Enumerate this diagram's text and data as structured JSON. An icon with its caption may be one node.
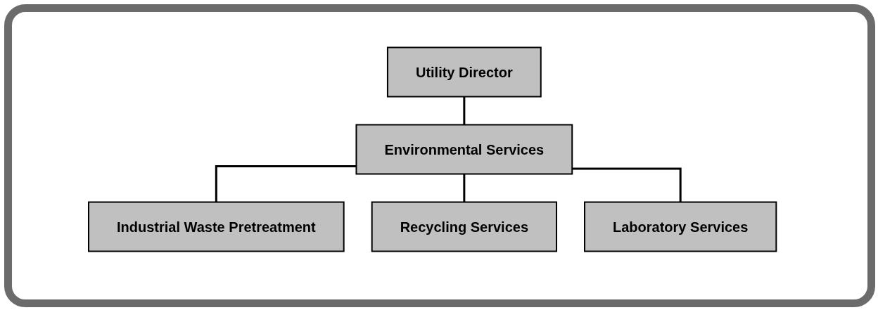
{
  "diagram": {
    "nodes": [
      {
        "text": [
          "Utility Director"
        ]
      },
      {
        "text": [
          "Environmental Services"
        ]
      },
      {
        "text": [
          "Industrial Waste Pretreatment"
        ]
      },
      {
        "text": [
          "Recycling Services"
        ]
      },
      {
        "text": [
          "Laboratory Services"
        ]
      }
    ],
    "edges": [
      {
        "from": 0,
        "to": 1,
        "arrow": "none"
      },
      {
        "from": 1,
        "to": 2,
        "arrow": "none"
      },
      {
        "from": 1,
        "to": 3,
        "arrow": "none"
      },
      {
        "from": 1,
        "to": 4,
        "arrow": "none"
      }
    ]
  }
}
